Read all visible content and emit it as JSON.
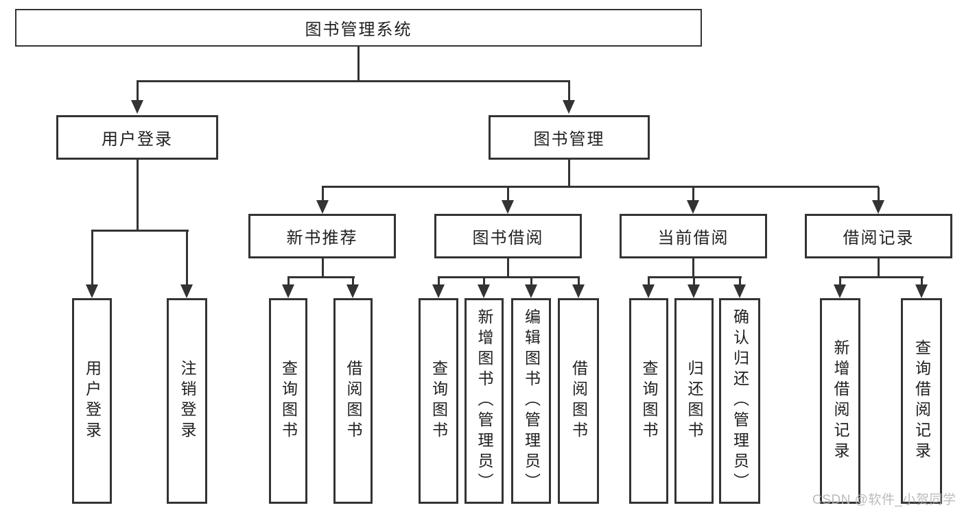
{
  "title": "图书管理系统",
  "tree": {
    "label": "图书管理系统",
    "children": [
      {
        "label": "用户登录",
        "children": [
          {
            "label": "用户登录"
          },
          {
            "label": "注销登录"
          }
        ]
      },
      {
        "label": "图书管理",
        "children": [
          {
            "label": "新书推荐",
            "children": [
              {
                "label": "查询图书"
              },
              {
                "label": "借阅图书"
              }
            ]
          },
          {
            "label": "图书借阅",
            "children": [
              {
                "label": "查询图书"
              },
              {
                "label": "新增图书（管理员）"
              },
              {
                "label": "编辑图书（管理员）"
              },
              {
                "label": "借阅图书"
              }
            ]
          },
          {
            "label": "当前借阅",
            "children": [
              {
                "label": "查询图书"
              },
              {
                "label": "归还图书"
              },
              {
                "label": "确认归还（管理员）"
              }
            ]
          },
          {
            "label": "借阅记录",
            "children": [
              {
                "label": "新增借阅记录"
              },
              {
                "label": "查询借阅记录"
              }
            ]
          }
        ]
      }
    ]
  },
  "watermark": {
    "text": "CSDN @软件_小贺同学"
  },
  "colors": {
    "line": "#333333",
    "box_border": "#333333",
    "text": "#1f1f1f",
    "background": "#ffffff",
    "watermark": "#b4b4b4"
  }
}
